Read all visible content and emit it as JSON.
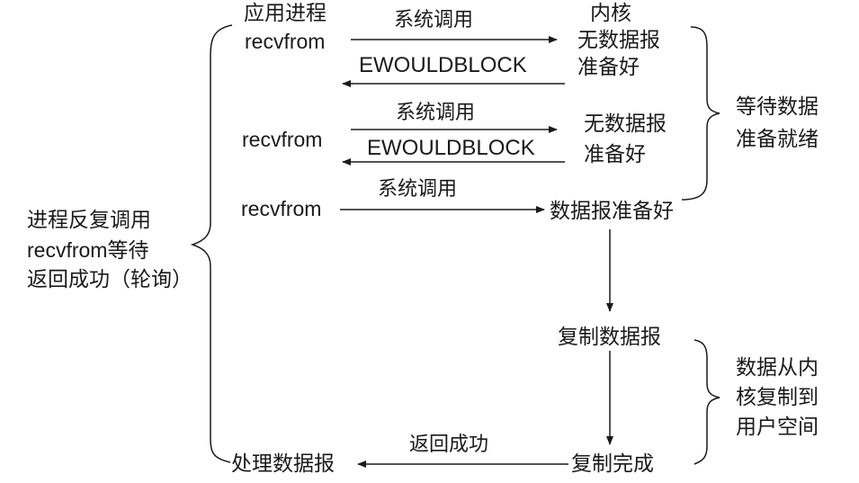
{
  "left_note": [
    "进程反复调用",
    "recvfrom等待",
    "返回成功（轮询）"
  ],
  "headers": {
    "process": "应用进程",
    "kernel": "内核"
  },
  "calls": [
    {
      "from": "recvfrom",
      "request": "系统调用",
      "reply": "EWOULDBLOCK",
      "kernel_state": [
        "无数据报",
        "准备好"
      ]
    },
    {
      "from": "recvfrom",
      "request": "系统调用",
      "reply": "EWOULDBLOCK",
      "kernel_state": [
        "无数据报",
        "准备好"
      ]
    },
    {
      "from": "recvfrom",
      "request": "系统调用",
      "kernel_state": "数据报准备好"
    }
  ],
  "copy_start": "复制数据报",
  "copy_done": "复制完成",
  "return_label": "返回成功",
  "process_data": "处理数据报",
  "phases": {
    "wait": [
      "等待数据",
      "准备就绪"
    ],
    "copy": [
      "数据从内",
      "核复制到",
      "用户空间"
    ]
  }
}
